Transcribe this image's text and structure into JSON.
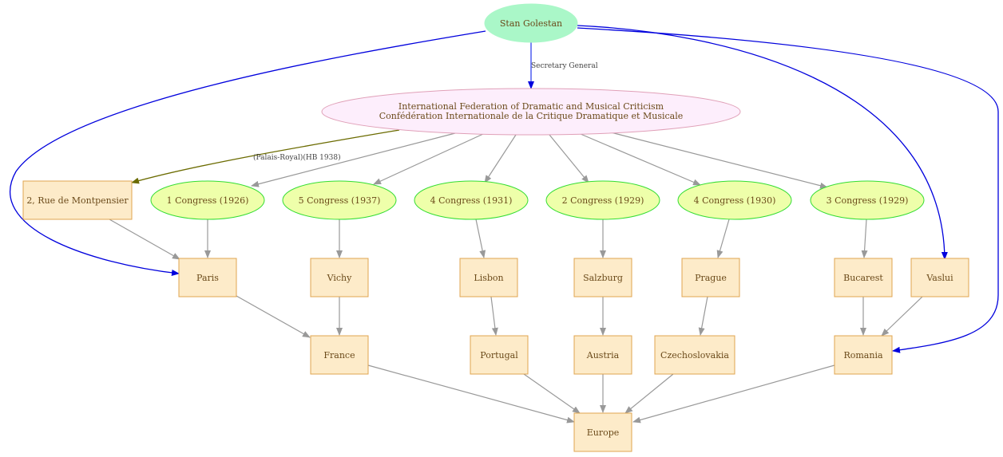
{
  "colors": {
    "person_fill": "#aaf7c8",
    "org_fill": "#fdeefc",
    "org_stroke": "#e0a0b8",
    "congress_fill": "#eeffaa",
    "congress_stroke": "#33dd33",
    "place_fill": "#fdebc9",
    "place_stroke": "#e0a450",
    "edge_gray": "#999999",
    "edge_blue": "#0000dd",
    "edge_olive": "#6b6b00",
    "text": "#6b4a1a"
  },
  "nodes": {
    "stan_golestan": "Stan Golestan",
    "federation_en": "International Federation of Dramatic and Musical Criticism",
    "federation_fr": "Confédération Internationale de la Critique Dramatique et Musicale",
    "rue_montpensier": "2, Rue de Montpensier",
    "congress_1926": "1 Congress (1926)",
    "congress_1937": "5 Congress (1937)",
    "congress_1931": "4 Congress (1931)",
    "congress_1929a": "2 Congress (1929)",
    "congress_1930": "4 Congress (1930)",
    "congress_1929b": "3 Congress (1929)",
    "paris": "Paris",
    "vichy": "Vichy",
    "lisbon": "Lisbon",
    "salzburg": "Salzburg",
    "prague": "Prague",
    "bucarest": "Bucarest",
    "vaslui": "Vaslui",
    "france": "France",
    "portugal": "Portugal",
    "austria": "Austria",
    "czechoslovakia": "Czechoslovakia",
    "romania": "Romania",
    "europe": "Europe"
  },
  "edge_labels": {
    "secretary_general": "Secretary General",
    "palais_royal": "(Palais-Royal)(HB 1938)"
  }
}
